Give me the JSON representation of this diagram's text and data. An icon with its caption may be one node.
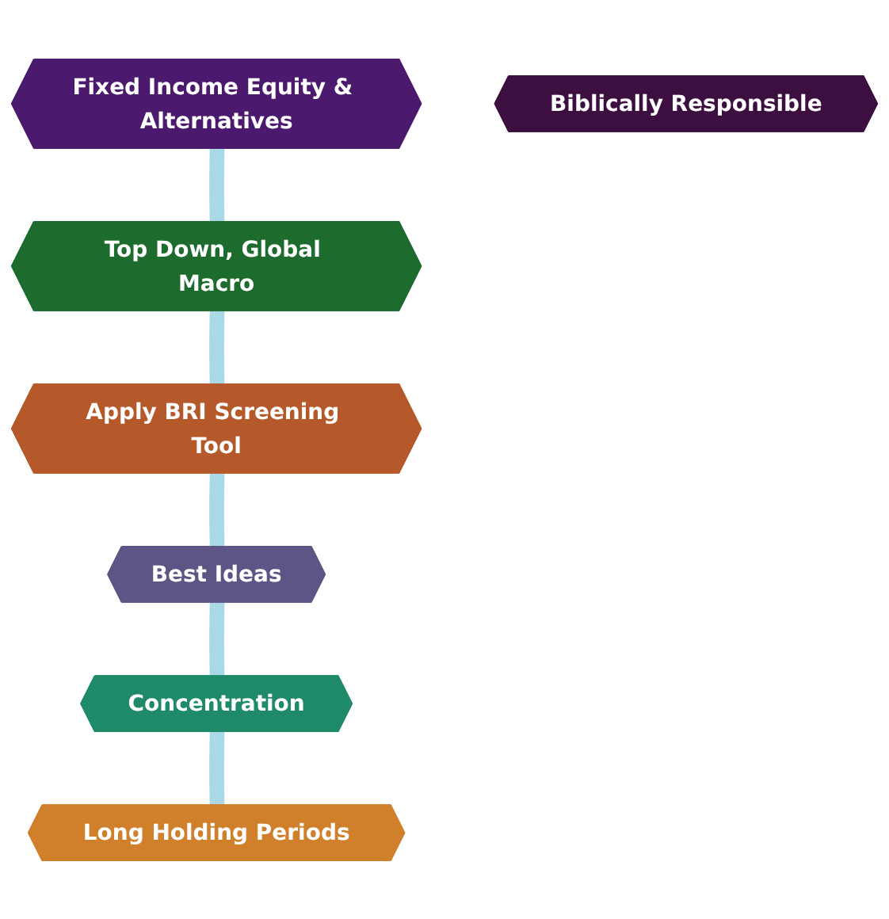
{
  "diagram": {
    "nodes": [
      {
        "text": [
          "Fixed Income Equity & Alternatives"
        ]
      },
      {
        "text": [
          "Long Holding Periods"
        ]
      },
      {
        "text": [
          "Top Down, Global Macro"
        ]
      },
      {
        "text": [
          "Biblically Responsible"
        ]
      },
      {
        "text": [
          "Apply BRI Screening Tool"
        ]
      },
      {
        "text": [
          "Concentration"
        ]
      },
      {
        "text": [
          "Best Ideas"
        ]
      }
    ],
    "edges": [
      {
        "from": 0,
        "to": 2,
        "arrow": "none"
      },
      {
        "from": 2,
        "to": 4,
        "arrow": "none"
      },
      {
        "from": 4,
        "to": 6,
        "arrow": "none"
      },
      {
        "from": 6,
        "to": 5,
        "arrow": "none"
      },
      {
        "from": 5,
        "to": 1,
        "arrow": "none"
      }
    ]
  }
}
